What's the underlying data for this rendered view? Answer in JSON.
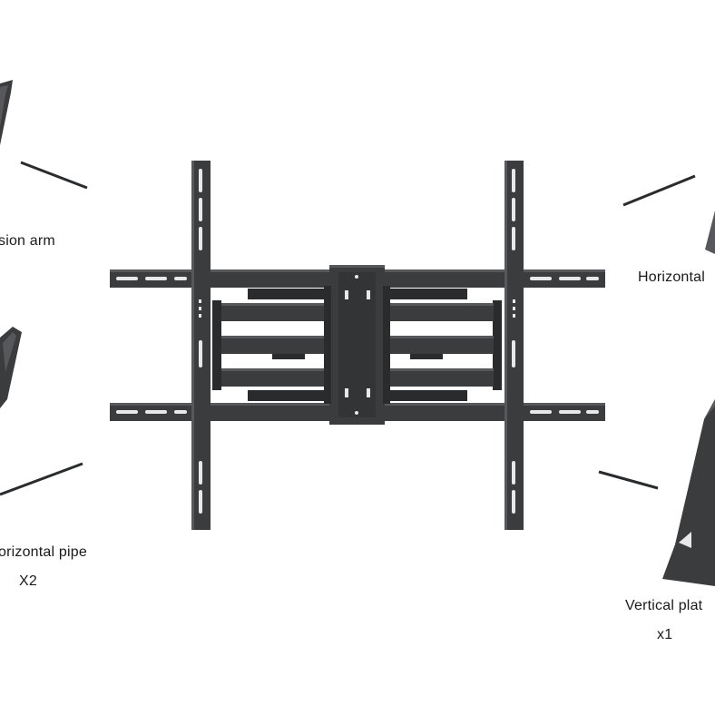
{
  "labels": {
    "extension_arm": "sion arm",
    "horizontal_pipe": "orizontal pipe",
    "horizontal_pipe_qty": "X2",
    "horizontal_plate": "Horizontal",
    "vertical_plate": "Vertical plat",
    "vertical_plate_qty": "x1"
  },
  "colors": {
    "background": "#ffffff",
    "metal": "#3b3c3e",
    "metal_dark": "#2a2b2d",
    "metal_light": "#56585b",
    "slot": "#e8e8e8",
    "text": "#1a1a1a"
  }
}
